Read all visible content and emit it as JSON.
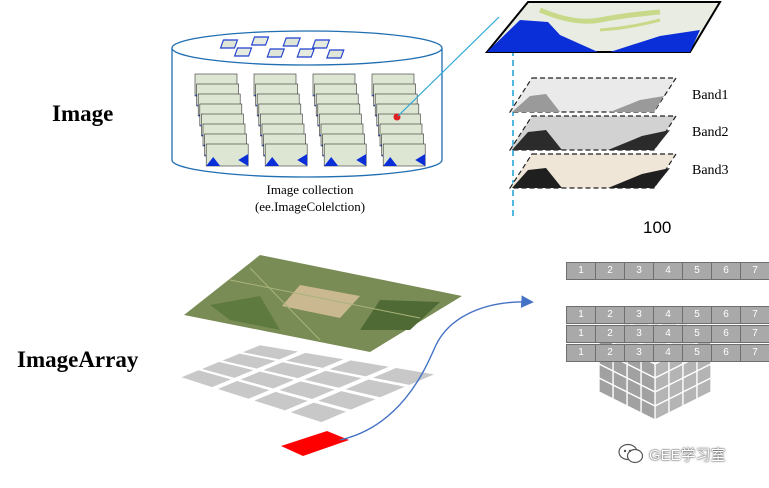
{
  "image_section": {
    "heading": "Image",
    "caption_line1": "Image collection",
    "caption_line2": "(ee.ImageColelction)",
    "bands": [
      "Band1",
      "Band2",
      "Band3"
    ],
    "number_label": "100"
  },
  "imagearray_section": {
    "heading": "ImageArray",
    "array_1d": [
      "1",
      "2",
      "3",
      "4",
      "5",
      "6",
      "7"
    ],
    "array_2d": [
      [
        "1",
        "2",
        "3",
        "4",
        "5",
        "6",
        "7"
      ],
      [
        "1",
        "2",
        "3",
        "4",
        "5",
        "6",
        "7"
      ],
      [
        "1",
        "2",
        "3",
        "4",
        "5",
        "6",
        "7"
      ]
    ]
  },
  "watermark": {
    "text": "GEE学习室"
  },
  "colors": {
    "cylinder_stroke": "#1f6fb2",
    "connector": "#2aa7d6",
    "arrow": "#4472c4",
    "pixel_highlight": "#ff0000",
    "grid_gray": "#c8c8c8",
    "cell_gray": "#a9a9a9",
    "water": "#0a2fd8"
  }
}
